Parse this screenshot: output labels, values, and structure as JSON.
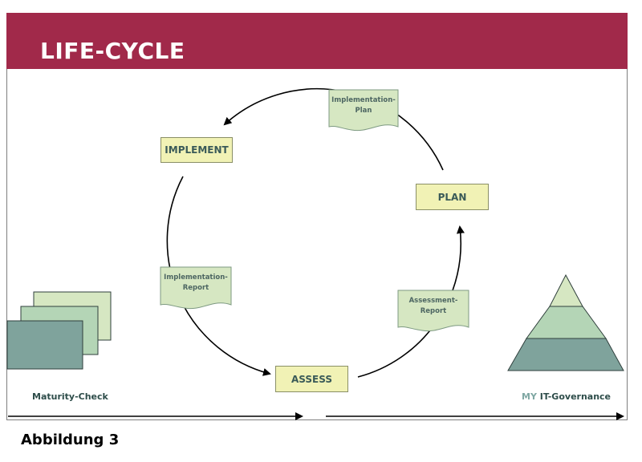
{
  "header": {
    "title": "LIFE-CYCLE"
  },
  "cycle": {
    "steps": {
      "implement": "IMPLEMENT",
      "plan": "PLAN",
      "assess": "ASSESS"
    },
    "documents": {
      "implementation_plan": [
        "Implementation-",
        "Plan"
      ],
      "implementation_report": [
        "Implementation-",
        "Report"
      ],
      "assessment_report": [
        "Assessment-",
        "Report"
      ]
    }
  },
  "footer": {
    "maturity_check": "Maturity-Check",
    "governance_prefix": "MY",
    "governance_label": "IT-Governance"
  },
  "caption": "Abbildung 3",
  "colors": {
    "banner": "#a1294a",
    "box_fill": "#f1f2b5",
    "doc_fill": "#d6e7c2",
    "teal_dark": "#7fa39c",
    "teal_mid": "#b4d5b6",
    "green_light": "#d6e7c2"
  }
}
